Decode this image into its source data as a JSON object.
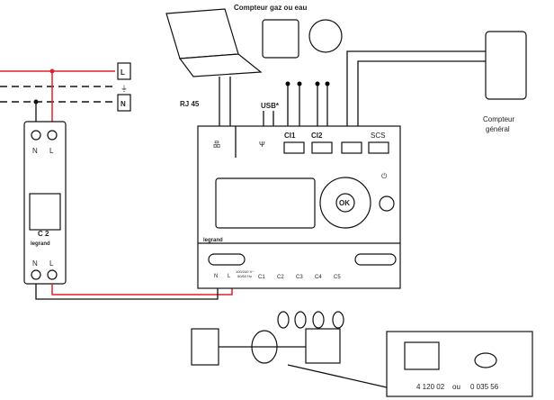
{
  "labels": {
    "meter_gas_water": "Compteur gaz ou eau",
    "rj45": "RJ 45",
    "usb": "USB*",
    "ci1": "CI1",
    "ci2": "CI2",
    "scs": "SCS",
    "ok": "OK",
    "brand": "legrand",
    "main_meter_line1": "Compteur",
    "main_meter_line2": "général",
    "supply_l": "L",
    "supply_n": "N",
    "breaker_n": "N",
    "breaker_l": "L",
    "breaker_rating": "C 2",
    "breaker_brand": "legrand",
    "term_n": "N",
    "term_l": "L",
    "voltage_line1": "100/240 V~",
    "voltage_line2": "50/60 Hz",
    "ct": [
      "C1",
      "C2",
      "C3",
      "C4",
      "C5"
    ],
    "ref1": "4 120 02",
    "ref_or": "ou",
    "ref2": "0 035 56"
  },
  "colors": {
    "phase": "#e0202a",
    "neutral": "#111111"
  }
}
